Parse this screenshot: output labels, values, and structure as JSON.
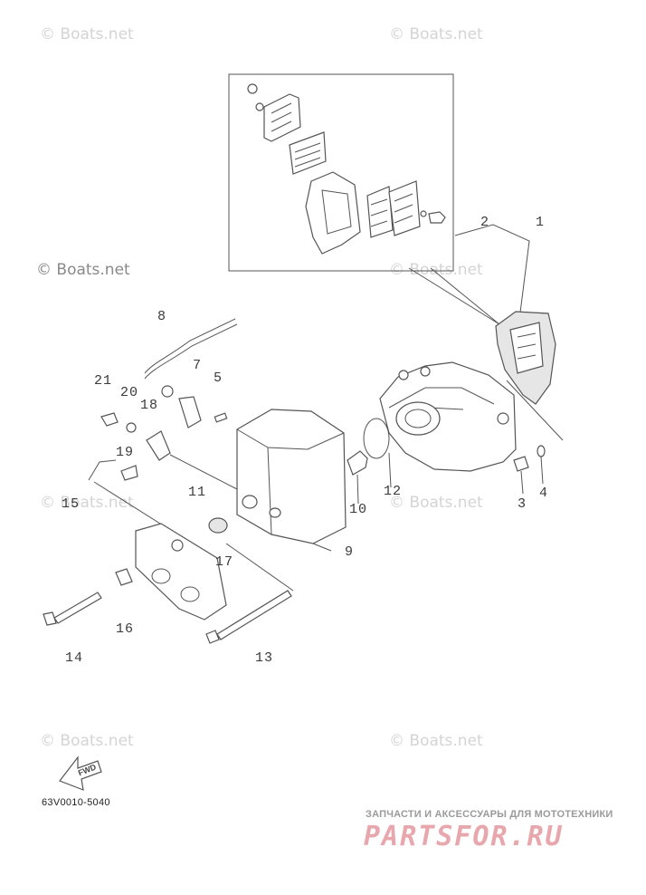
{
  "watermarks": [
    "© Boats.net",
    "© Boats.net",
    "© Boats.net",
    "© Boats.net",
    "© Boats.net",
    "© Boats.net",
    "© Boats.net",
    "© Boats.net"
  ],
  "part_labels": [
    "1",
    "2",
    "3",
    "4",
    "5",
    "7",
    "8",
    "9",
    "10",
    "11",
    "12",
    "13",
    "14",
    "15",
    "16",
    "17",
    "18",
    "19",
    "20",
    "21"
  ],
  "fwd_label": "FWD",
  "diagram_code": "63V0010-5040",
  "footer": {
    "tagline": "ЗАПЧАСТИ И АКСЕССУАРЫ ДЛЯ МОТОТЕХНИКИ",
    "logo": "PARTSFOR.RU"
  }
}
